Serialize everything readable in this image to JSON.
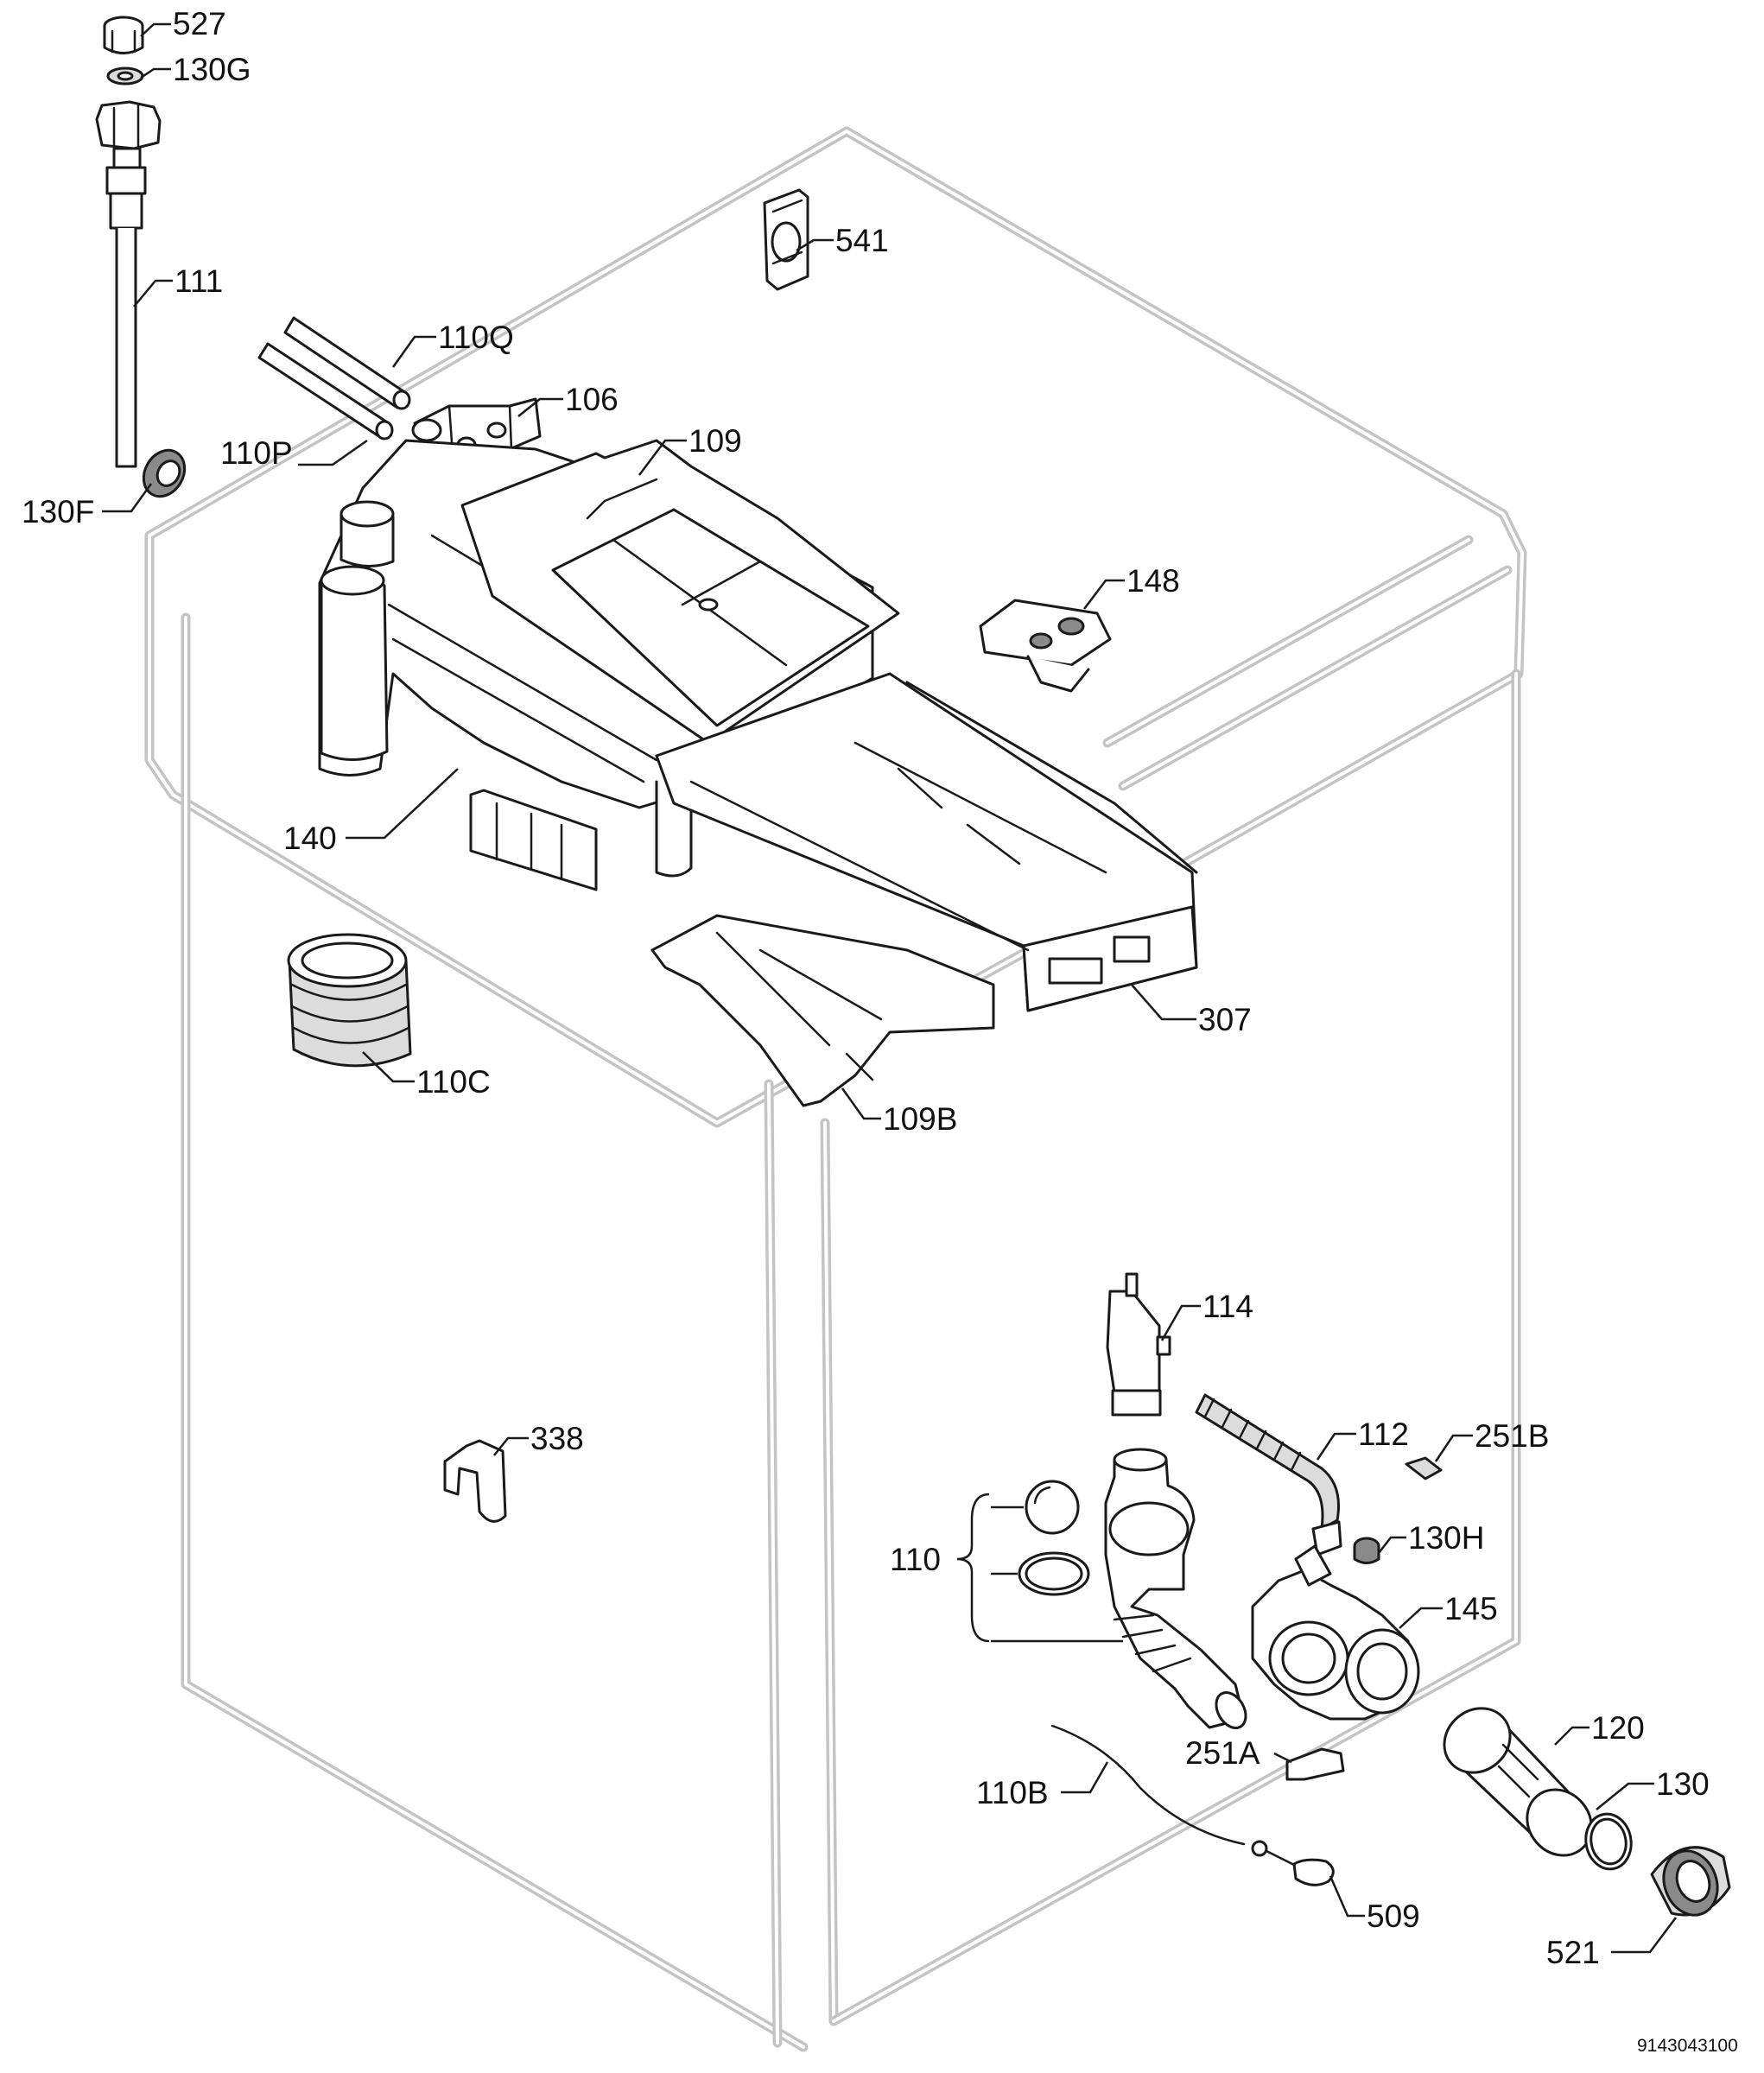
{
  "diagram": {
    "labels": {
      "l527": "527",
      "l130G": "130G",
      "l111": "111",
      "l110Q": "110Q",
      "l106": "106",
      "l110P": "110P",
      "l109": "109",
      "l130F": "130F",
      "l541": "541",
      "l148": "148",
      "l140": "140",
      "l307": "307",
      "l110C": "110C",
      "l109B": "109B",
      "l114": "114",
      "l112": "112",
      "l251B": "251B",
      "l338": "338",
      "l110": "110",
      "l130H": "130H",
      "l145": "145",
      "l120": "120",
      "l130": "130",
      "l251A": "251A",
      "l110B": "110B",
      "l509": "509",
      "l521": "521"
    },
    "document_code": "9143043100"
  }
}
